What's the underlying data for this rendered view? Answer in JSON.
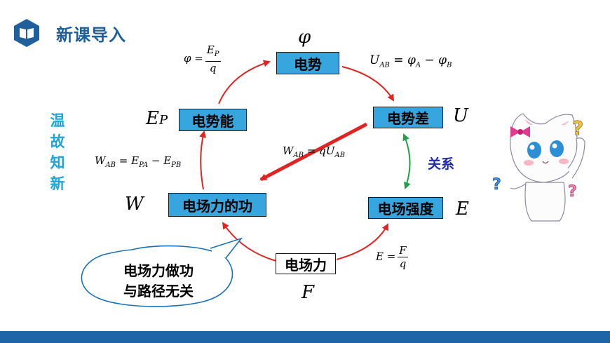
{
  "header": {
    "title": "新课导入",
    "icon": "book-icon"
  },
  "side_label": [
    "温",
    "故",
    "知",
    "新"
  ],
  "nodes": {
    "potential": {
      "label": "电势",
      "symbol": "φ"
    },
    "potential_difference": {
      "label": "电势差",
      "symbol": "U"
    },
    "field_strength": {
      "label": "电场强度",
      "symbol": "E"
    },
    "electric_force": {
      "label": "电场力",
      "symbol": "F"
    },
    "field_work": {
      "label": "电场力的功",
      "symbol": "W"
    },
    "potential_energy": {
      "label": "电势能",
      "symbol": "E"
    }
  },
  "symbol_subscript_ep": "P",
  "relation_label": "关系",
  "bubble": {
    "line1": "电场力做功",
    "line2": "与路径无关"
  },
  "formulas": {
    "phi_eq": "φ =",
    "phi_num": "E",
    "phi_num_sub": "P",
    "phi_den": "q",
    "uab_lhs": "U",
    "uab_lhs_sub": "AB",
    "uab_eq": " = φ",
    "uab_a": "A",
    "uab_minus": " − φ",
    "uab_b": "B",
    "wab_left_w": "W",
    "wab_left_w_sub": "AB",
    "wab_left_eq": " = E",
    "wab_left_pa": "PA",
    "wab_left_minus": " − E",
    "wab_left_pb": "PB",
    "wab_mid_w": "W",
    "wab_mid_w_sub": "AB",
    "wab_mid_eq": " = qU",
    "wab_mid_sub": "AB",
    "e_eq": "E =",
    "e_num": "F",
    "e_den": "q"
  },
  "colors": {
    "box_fill": "#37a6df",
    "arrow_red": "#e02424",
    "arrow_green": "#22a04a",
    "header": "#1f5f9c",
    "footer": "#1e65a8"
  }
}
